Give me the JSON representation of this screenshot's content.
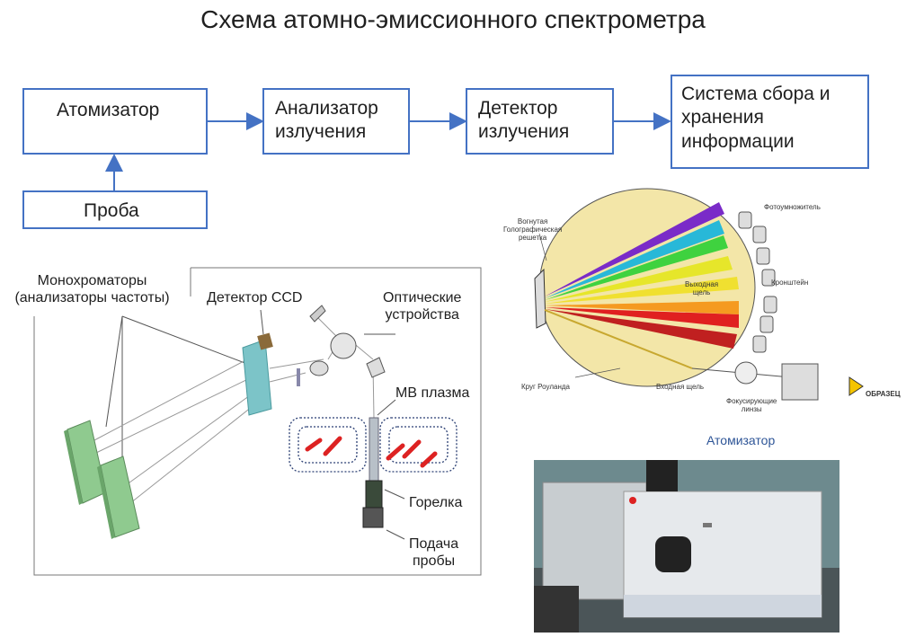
{
  "title": "Схема атомно-эмиссионного спектрометра",
  "flow": {
    "atomizer": "Атомизатор",
    "analyzer": [
      "Анализатор",
      "излучения"
    ],
    "detector": [
      "Детектор",
      "излучения"
    ],
    "storage": [
      "Система сбора и",
      "хранения",
      "информации"
    ],
    "sample": "Проба"
  },
  "left_diagram": {
    "monochromators": [
      "Монохроматоры",
      "(анализаторы частоты)"
    ],
    "ccd": "Детектор CCD",
    "optics": [
      "Оптические",
      "устройства"
    ],
    "plasma": "МВ плазма",
    "torch": "Горелка",
    "feed": [
      "Подача",
      "пробы"
    ]
  },
  "right_diagram": {
    "grating": [
      "Вогнутая",
      "Голографическая",
      "решетка"
    ],
    "pmt": "Фотоумножитель",
    "bracket": "Кронштейн",
    "exit_slit": [
      "Выходная",
      "щель"
    ],
    "rowland": "Круг Роуланда",
    "entry_slit": "Входная щель",
    "lenses": [
      "Фокусирующие",
      "линзы"
    ],
    "sample": "ОБРАЗЕЦ",
    "caption": "Атомизатор"
  },
  "colors": {
    "box_border": "#4472c4",
    "arrow": "#4472c4",
    "caption": "#2e5597"
  }
}
